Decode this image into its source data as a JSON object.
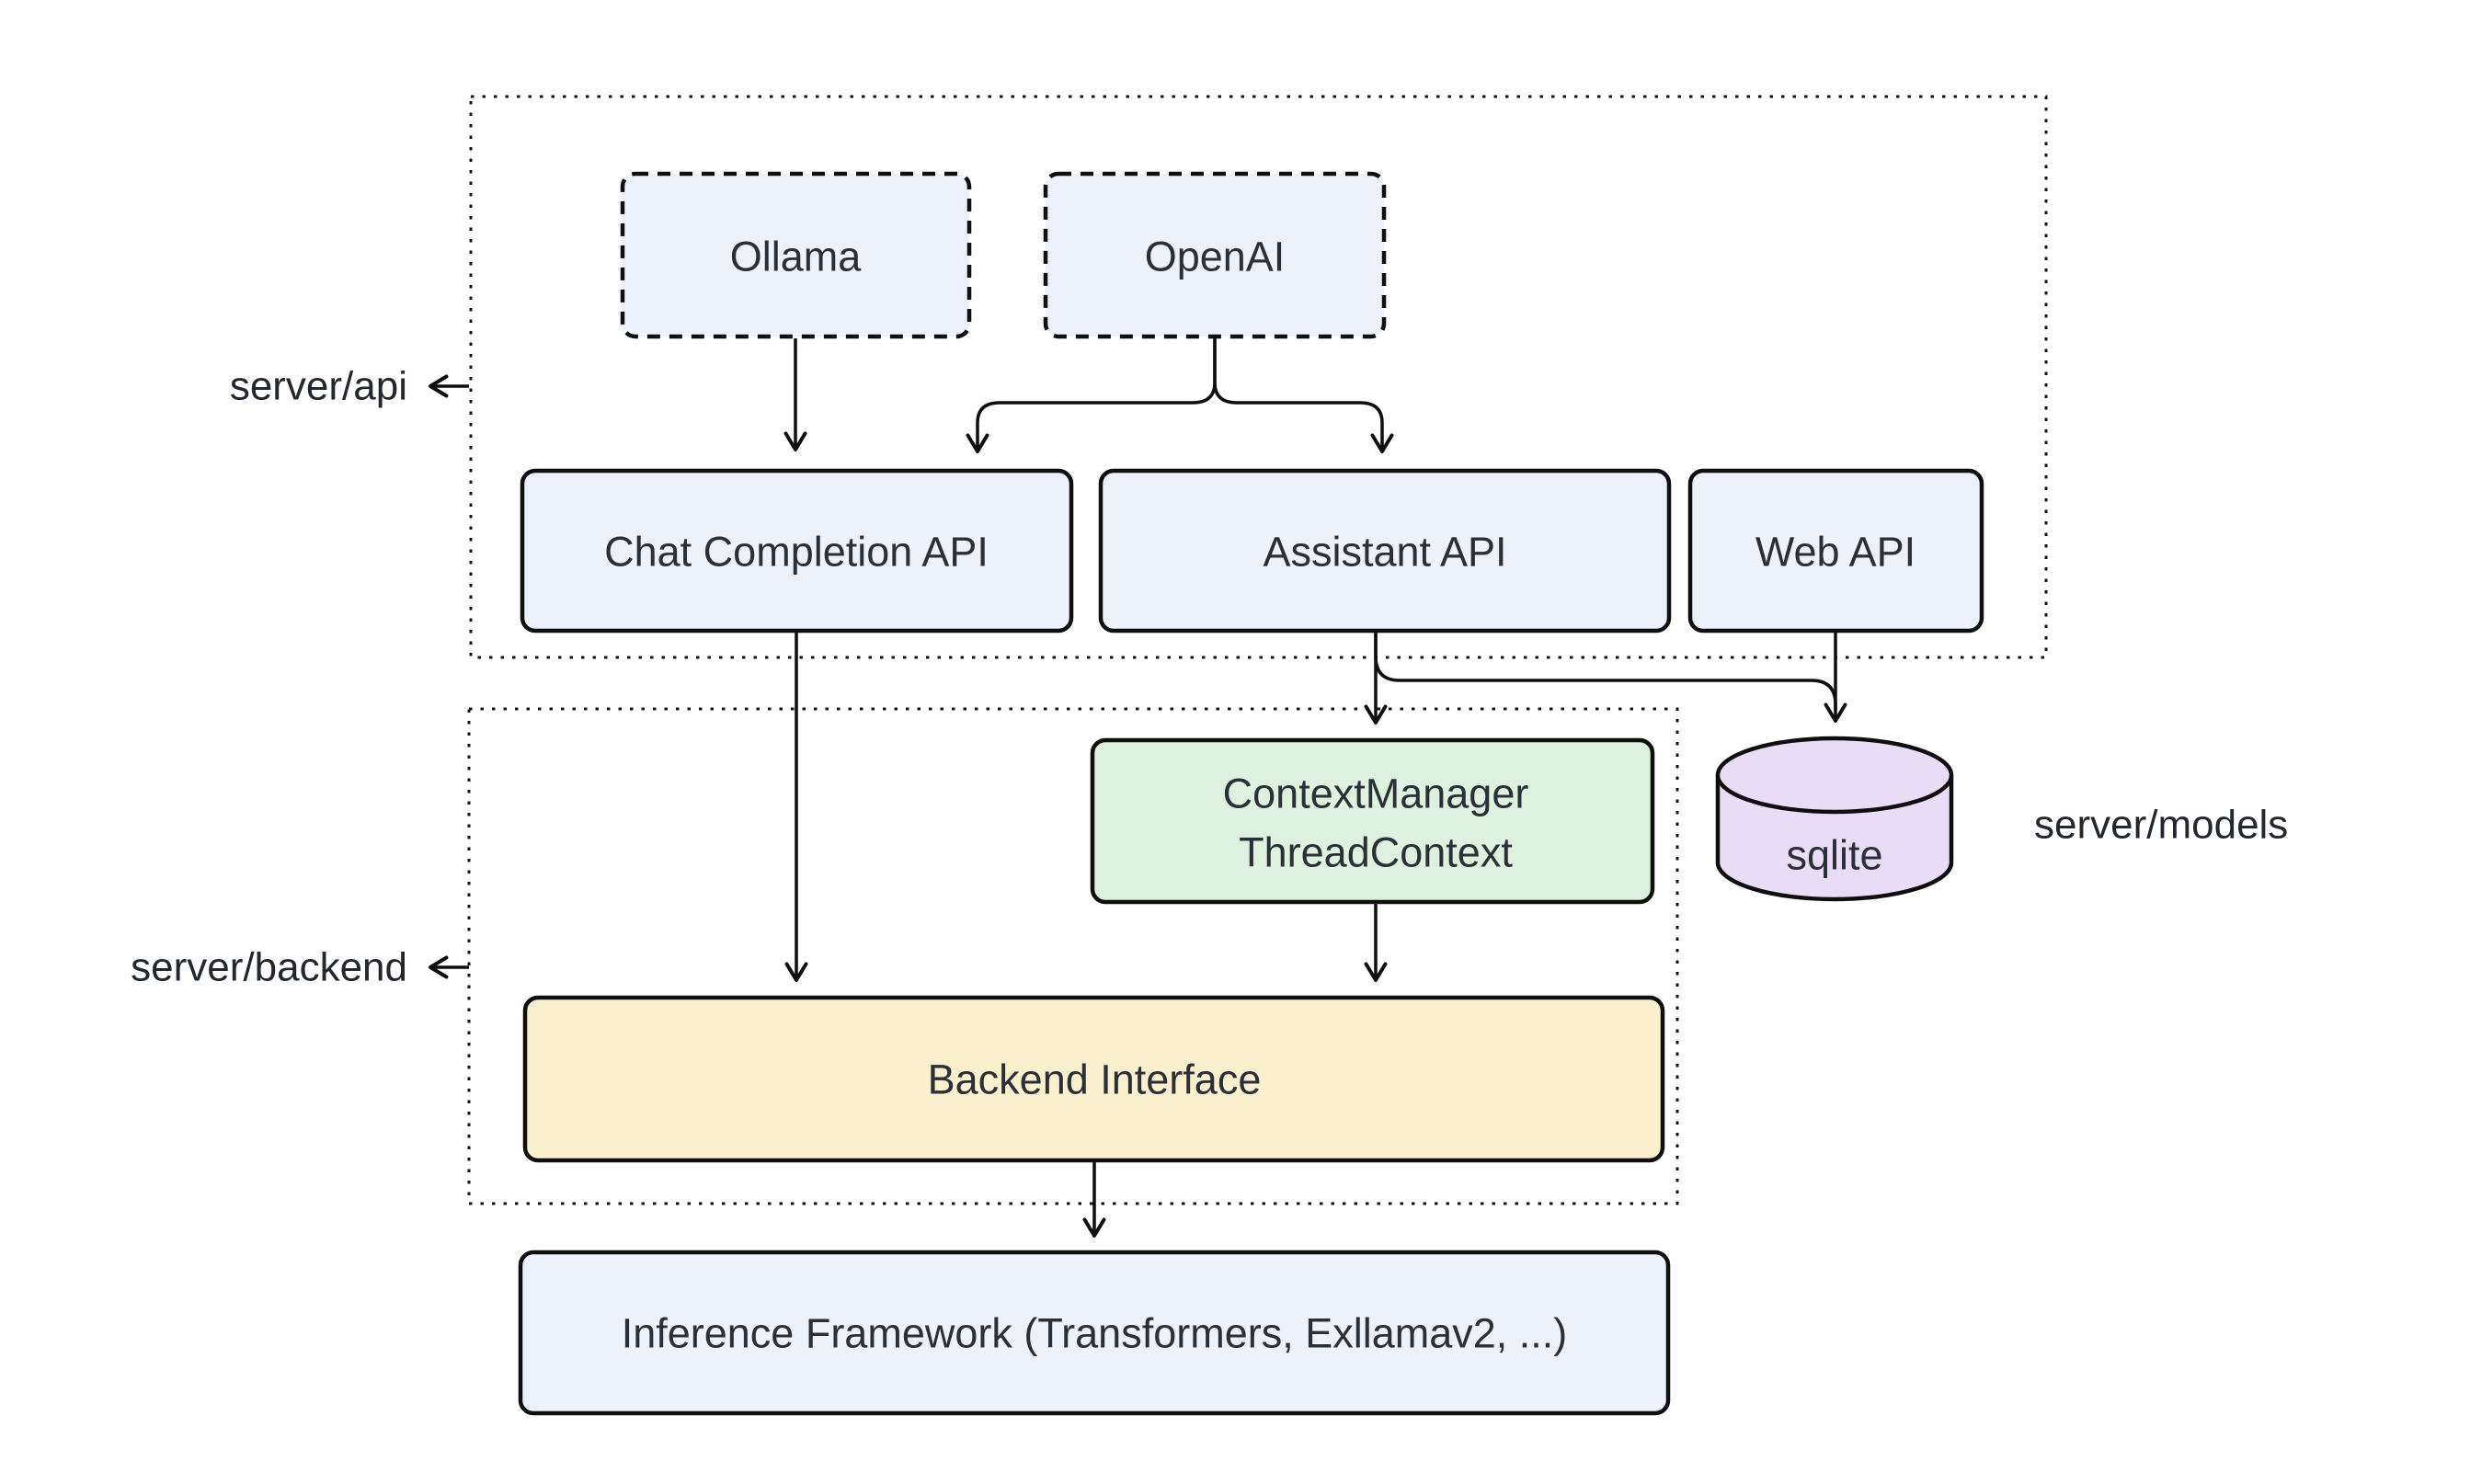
{
  "diagram": {
    "containers": {
      "api": {
        "label": "server/api"
      },
      "backend": {
        "label": "server/backend"
      }
    },
    "external_labels": {
      "models": {
        "label": "server/models"
      }
    },
    "nodes": {
      "ollama": {
        "label": "Ollama"
      },
      "openai": {
        "label": "OpenAI"
      },
      "chat_completion_api": {
        "label": "Chat Completion API"
      },
      "assistant_api": {
        "label": "Assistant API"
      },
      "web_api": {
        "label": "Web API"
      },
      "context_manager": {
        "line1": "ContextManager",
        "line2": "ThreadContext"
      },
      "sqlite": {
        "label": "sqlite"
      },
      "backend_interface": {
        "label": "Backend Interface"
      },
      "inference_framework": {
        "label": "Inference Framework (Transformers, Exllamav2, ...)"
      }
    },
    "edges": [
      {
        "from": "ollama",
        "to": "chat_completion_api"
      },
      {
        "from": "openai",
        "to": "chat_completion_api"
      },
      {
        "from": "openai",
        "to": "assistant_api"
      },
      {
        "from": "chat_completion_api",
        "to": "backend_interface"
      },
      {
        "from": "assistant_api",
        "to": "context_manager"
      },
      {
        "from": "assistant_api",
        "to": "sqlite"
      },
      {
        "from": "web_api",
        "to": "sqlite"
      },
      {
        "from": "context_manager",
        "to": "backend_interface"
      },
      {
        "from": "backend_interface",
        "to": "inference_framework"
      },
      {
        "from": "api_container_border",
        "to": "server_api_label"
      },
      {
        "from": "backend_container_border",
        "to": "server_backend_label"
      }
    ],
    "colors": {
      "node_blue": "#ECF1FB",
      "node_green": "#DCF2DF",
      "node_yellow": "#FBF0CE",
      "node_purple": "#E8DCF7",
      "stroke": "#0F0F0F",
      "text": "#2A2F38",
      "background": "#FFFFFF"
    }
  }
}
